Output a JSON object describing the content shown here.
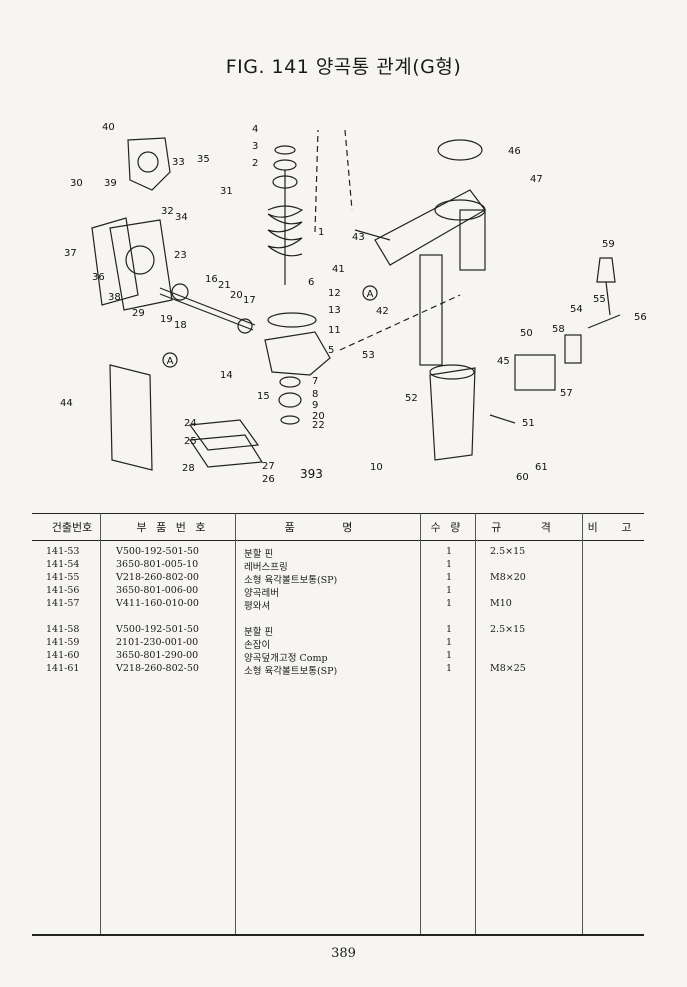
{
  "page": {
    "title": "FIG. 141 양곡통 관계(G형)",
    "page_number": "389"
  },
  "diagram": {
    "sheet_ref": "393",
    "circle_marker": "A",
    "callouts": [
      "1",
      "2",
      "3",
      "4",
      "5",
      "6",
      "7",
      "8",
      "9",
      "10",
      "11",
      "12",
      "13",
      "14",
      "15",
      "16",
      "17",
      "18",
      "19",
      "20",
      "21",
      "22",
      "23",
      "24",
      "25",
      "26",
      "27",
      "28",
      "29",
      "30",
      "31",
      "32",
      "33",
      "34",
      "35",
      "36",
      "37",
      "38",
      "39",
      "40",
      "41",
      "42",
      "43",
      "44",
      "45",
      "46",
      "47",
      "50",
      "51",
      "52",
      "53",
      "54",
      "55",
      "56",
      "57",
      "58",
      "59",
      "60",
      "61"
    ]
  },
  "table": {
    "headers": {
      "part_no": "건출번호",
      "code": "부 품 번 호",
      "name": "품 명",
      "qty": "수 량",
      "spec": "규 격",
      "note": "비 고"
    },
    "rows": [
      {
        "part_no": "141-53",
        "code": "V500-192-501-50",
        "name": "분할 핀",
        "qty": "1",
        "spec": "2.5×15"
      },
      {
        "part_no": "141-54",
        "code": "3650-801-005-10",
        "name": "레버스프링",
        "qty": "1",
        "spec": ""
      },
      {
        "part_no": "141-55",
        "code": "V218-260-802-00",
        "name": "소형 육각볼트보통(SP)",
        "qty": "1",
        "spec": "M8×20"
      },
      {
        "part_no": "141-56",
        "code": "3650-801-006-00",
        "name": "양곡레버",
        "qty": "1",
        "spec": ""
      },
      {
        "part_no": "141-57",
        "code": "V411-160-010-00",
        "name": "평와셔",
        "qty": "1",
        "spec": "M10"
      },
      {
        "part_no": "141-58",
        "code": "V500-192-501-50",
        "name": "분할 핀",
        "qty": "1",
        "spec": "2.5×15"
      },
      {
        "part_no": "141-59",
        "code": "2101-230-001-00",
        "name": "손잡이",
        "qty": "1",
        "spec": ""
      },
      {
        "part_no": "141-60",
        "code": "3650-801-290-00",
        "name": "양곡덮개고정 Comp",
        "qty": "1",
        "spec": ""
      },
      {
        "part_no": "141-61",
        "code": "V218-260-802-50",
        "name": "소형 육각볼트보통(SP)",
        "qty": "1",
        "spec": "M8×25"
      }
    ]
  }
}
